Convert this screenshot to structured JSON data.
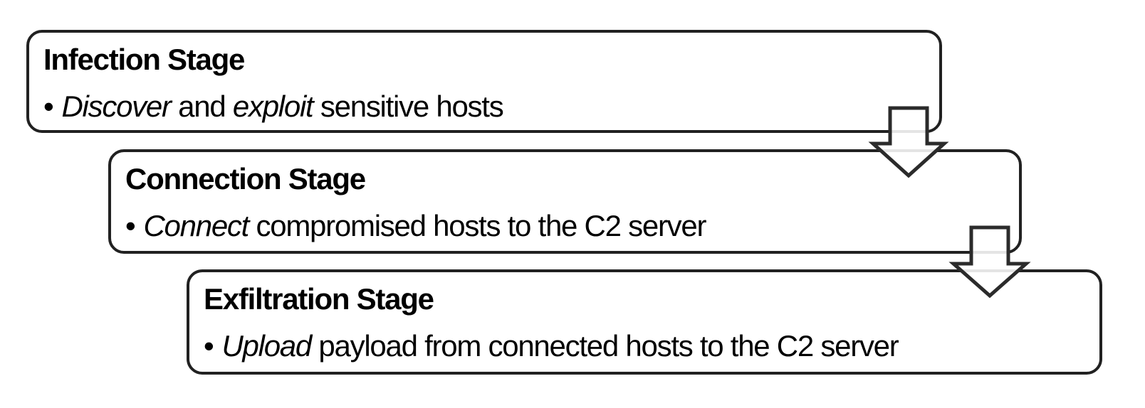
{
  "diagram": {
    "title": "C2 attack stages flow",
    "bullet_char": "•",
    "colors": {
      "outline": "#212121",
      "arrow_outline": "#2b2b2b",
      "arrow_fill": "#ffffff",
      "text": "#000000",
      "background": "#ffffff"
    },
    "stages": [
      {
        "title": "Infection Stage",
        "bullet": {
          "i1": "Discover",
          "t1": " and ",
          "i2": "exploit",
          "t2": " sensitive hosts"
        }
      },
      {
        "title": "Connection Stage",
        "bullet": {
          "i1": "Connect",
          "t2": " compromised hosts to the C2 server"
        }
      },
      {
        "title": "Exfiltration Stage",
        "bullet": {
          "i1": "Upload",
          "t2": " payload from connected hosts to the C2 server"
        }
      }
    ],
    "arrows": [
      {
        "name": "infection-to-connection"
      },
      {
        "name": "connection-to-exfiltration"
      }
    ]
  }
}
